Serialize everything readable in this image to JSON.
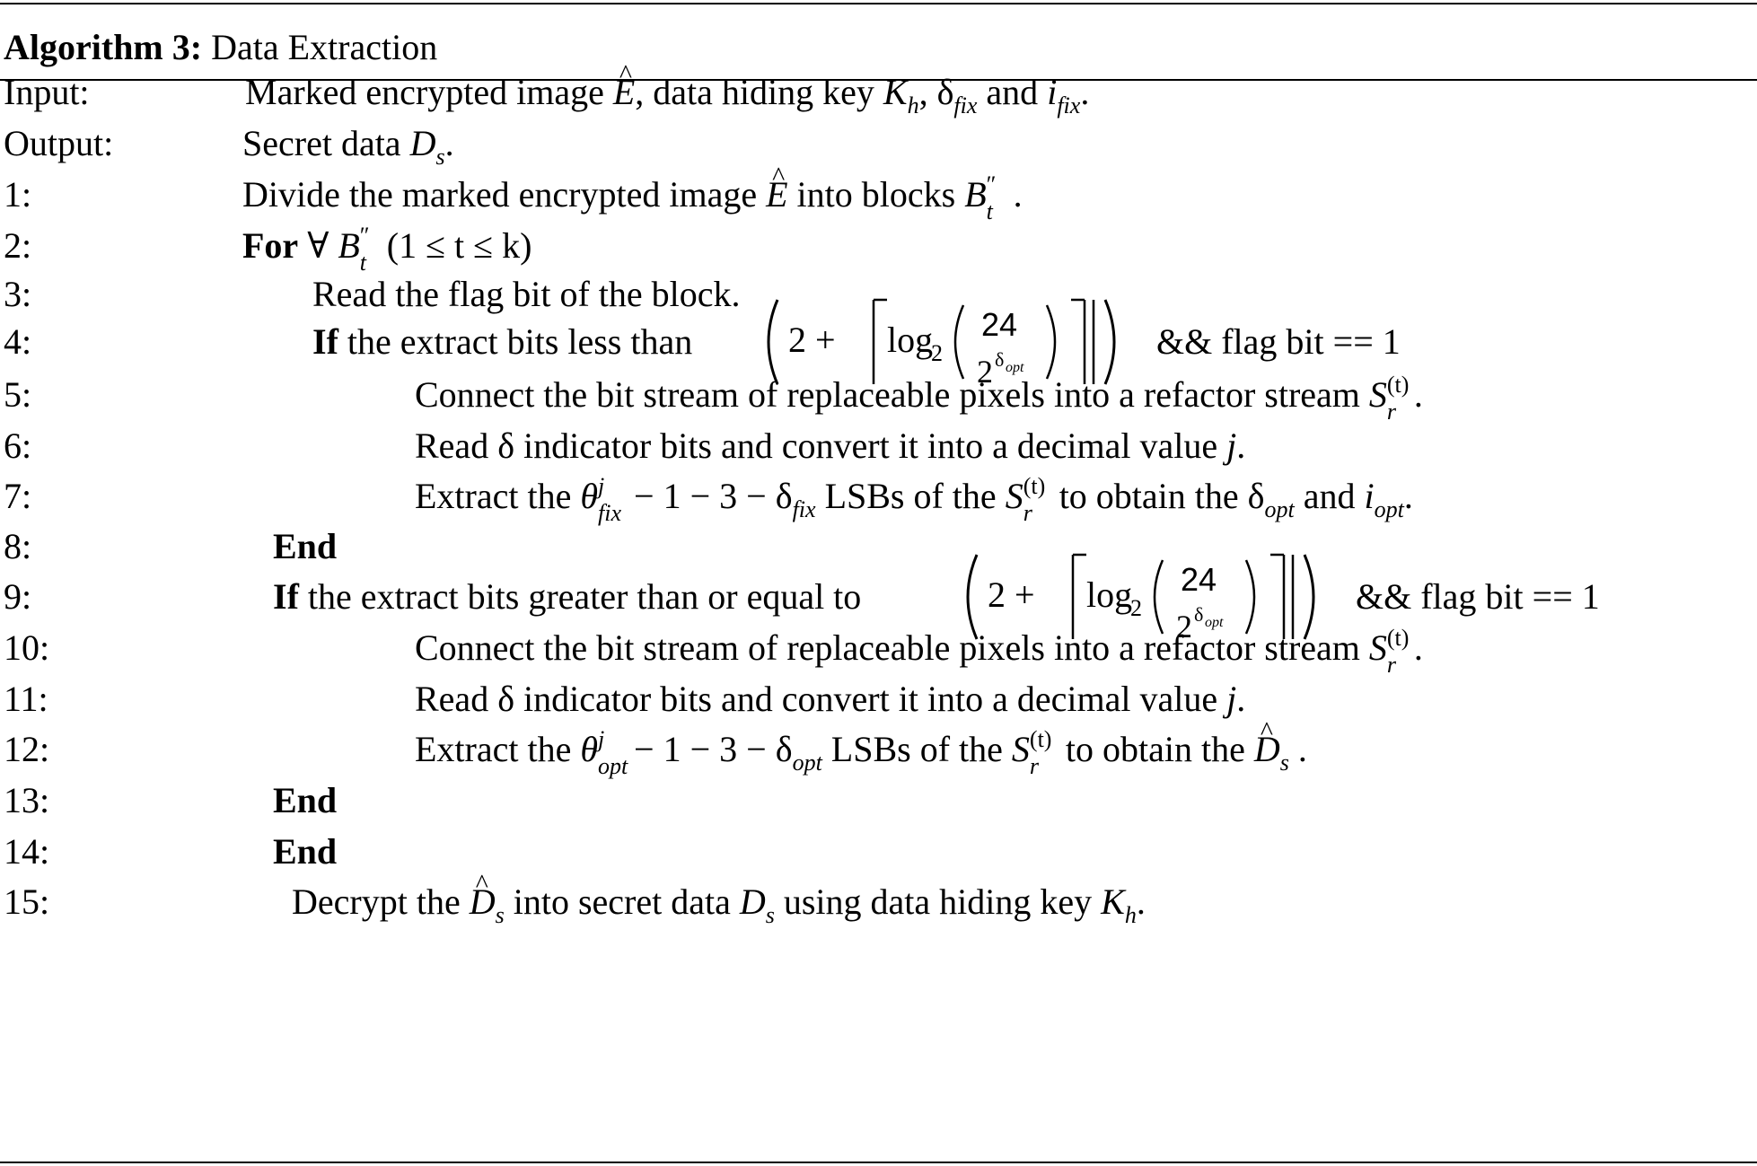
{
  "algorithm": {
    "title_label": "Algorithm 3:",
    "title_name": "Data Extraction"
  },
  "lines": [
    {
      "num": "Input:"
    },
    {
      "num": "Output:"
    },
    {
      "num": "1:"
    },
    {
      "num": "2:"
    },
    {
      "num": "3:"
    },
    {
      "num": "4:"
    },
    {
      "num": "5:"
    },
    {
      "num": "6:"
    },
    {
      "num": "7:"
    },
    {
      "num": "8:"
    },
    {
      "num": "9:"
    },
    {
      "num": "10:"
    },
    {
      "num": "11:"
    },
    {
      "num": "12:"
    },
    {
      "num": "13:"
    },
    {
      "num": "14:"
    },
    {
      "num": "15:"
    }
  ],
  "text": {
    "input_a": "Marked encrypted image ",
    "input_b": ", data hiding key ",
    "input_c": " and ",
    "output_a": "Secret data ",
    "l1_a": "Divide the marked encrypted image ",
    "l1_b": " into blocks ",
    "for_kw": "For",
    "l3": "Read the flag bit of the block.",
    "if_kw": "If",
    "l4_a": " the extract bits less than ",
    "cond_tail": "&& flag bit == 1",
    "l5": "Connect the bit stream of replaceable pixels into a refactor stream ",
    "l6": "Read δ indicator bits and convert it into a decimal value ",
    "l7_a": "Extract the ",
    "l7_b": " LSBs of the ",
    "l7_c": " to obtain the ",
    "l7_d": " and ",
    "end_kw": "End",
    "l9_a": " the extract bits greater than or equal to ",
    "l12_c": " to obtain the ",
    "l15_a": "Decrypt the ",
    "l15_b": " into secret data ",
    "l15_c": " using data hiding key "
  },
  "math": {
    "E": "E",
    "K": "K",
    "h": "h",
    "delta": "δ",
    "fix": "fix",
    "i": "i",
    "D": "D",
    "s": "s",
    "B": "B",
    "dprime": "″",
    "t": "t",
    "forall": "∀ ",
    "range": "(1 ≤ t ≤ k)",
    "num24": "24",
    "two": "2",
    "log2": "log",
    "two_plus": "2 +",
    "opt": "opt",
    "S": "S",
    "r": "r",
    "tpar": "(t)",
    "j": "j",
    "theta": "θ",
    "minus_chain": " − 1 − 3 − "
  }
}
